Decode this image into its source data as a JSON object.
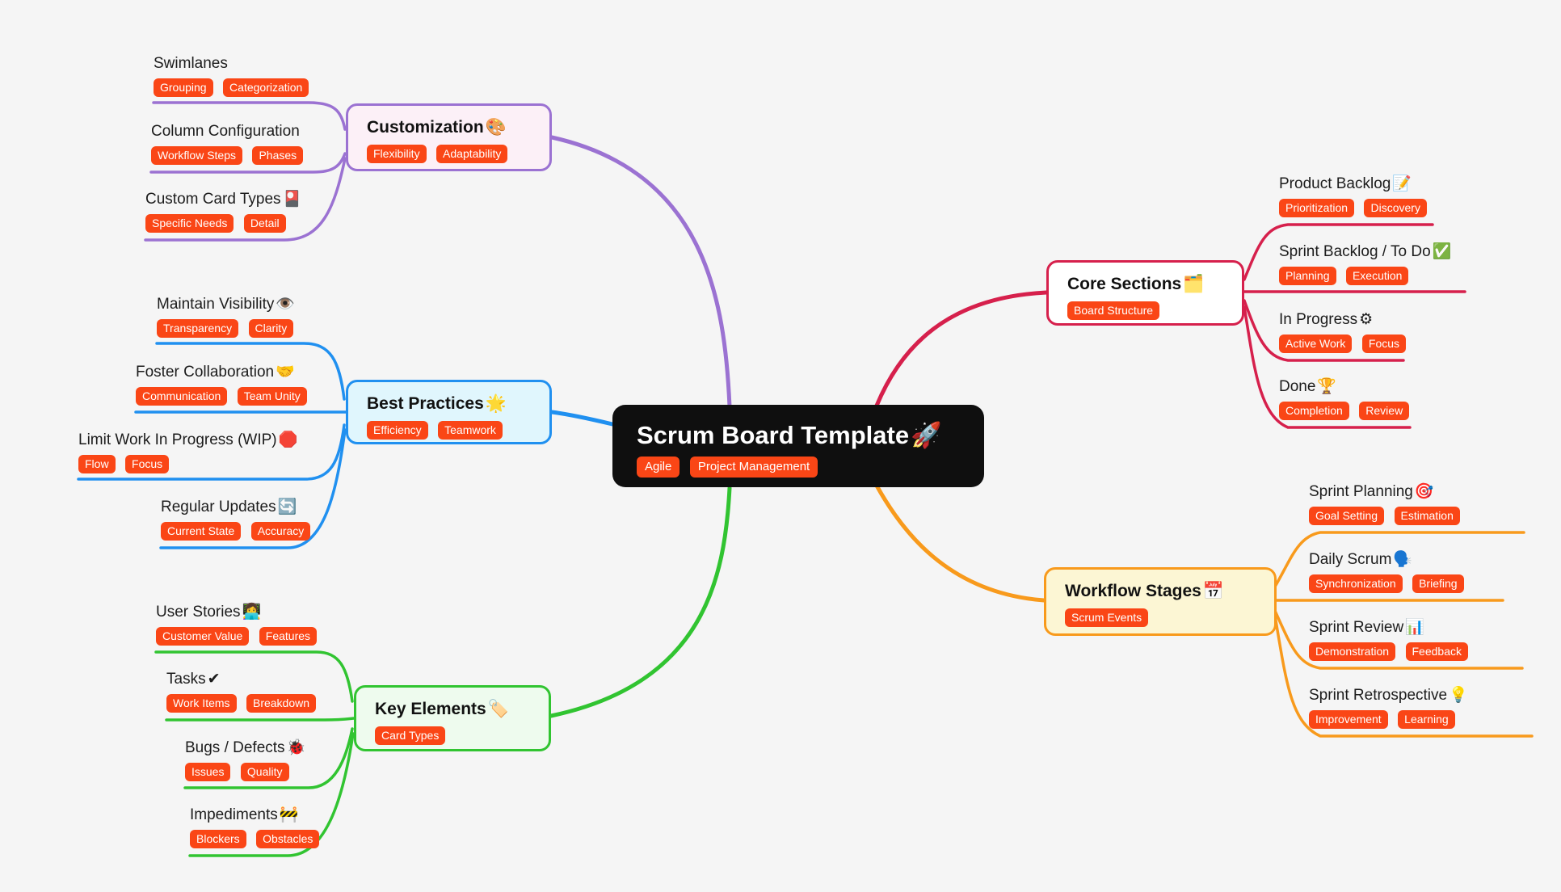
{
  "colors": {
    "tag": "#fa4616",
    "canvas_bg": "#f5f5f5",
    "root_bg": "#0f0f0f"
  },
  "root": {
    "label": "Scrum Board Template",
    "emoji": "🚀",
    "tags": [
      "Agile",
      "Project Management"
    ]
  },
  "branches": [
    {
      "label": "Customization",
      "emoji": "🎨",
      "tags": [
        "Flexibility",
        "Adaptability"
      ],
      "color": "#9b72d2",
      "bg": "#fcf0f7",
      "children": [
        {
          "label": "Swimlanes",
          "emoji": "",
          "tags": [
            "Grouping",
            "Categorization"
          ]
        },
        {
          "label": "Column Configuration",
          "emoji": "",
          "tags": [
            "Workflow Steps",
            "Phases"
          ]
        },
        {
          "label": "Custom Card Types",
          "emoji": "🎴",
          "tags": [
            "Specific Needs",
            "Detail"
          ]
        }
      ]
    },
    {
      "label": "Best Practices",
      "emoji": "🌟",
      "tags": [
        "Efficiency",
        "Teamwork"
      ],
      "color": "#2090f0",
      "bg": "#e0f6fd",
      "children": [
        {
          "label": "Maintain Visibility",
          "emoji": "👁️",
          "tags": [
            "Transparency",
            "Clarity"
          ]
        },
        {
          "label": "Foster Collaboration",
          "emoji": "🤝",
          "tags": [
            "Communication",
            "Team Unity"
          ]
        },
        {
          "label": "Limit Work In Progress (WIP)",
          "emoji": "🛑",
          "tags": [
            "Flow",
            "Focus"
          ]
        },
        {
          "label": "Regular Updates",
          "emoji": "🔄",
          "tags": [
            "Current State",
            "Accuracy"
          ]
        }
      ]
    },
    {
      "label": "Key Elements",
      "emoji": "🏷️",
      "tags": [
        "Card Types"
      ],
      "color": "#31c431",
      "bg": "#eefbee",
      "children": [
        {
          "label": "User Stories",
          "emoji": "👩‍💻",
          "tags": [
            "Customer Value",
            "Features"
          ]
        },
        {
          "label": "Tasks",
          "emoji": "✔",
          "tags": [
            "Work Items",
            "Breakdown"
          ]
        },
        {
          "label": "Bugs / Defects",
          "emoji": "🐞",
          "tags": [
            "Issues",
            "Quality"
          ]
        },
        {
          "label": "Impediments",
          "emoji": "🚧",
          "tags": [
            "Blockers",
            "Obstacles"
          ]
        }
      ]
    },
    {
      "label": "Core Sections",
      "emoji": "🗂️",
      "tags": [
        "Board Structure"
      ],
      "color": "#d6204c",
      "bg": "#ffffff",
      "children": [
        {
          "label": "Product Backlog",
          "emoji": "📝",
          "tags": [
            "Prioritization",
            "Discovery"
          ]
        },
        {
          "label": "Sprint Backlog / To Do",
          "emoji": "✅",
          "tags": [
            "Planning",
            "Execution"
          ]
        },
        {
          "label": "In Progress",
          "emoji": "⚙",
          "tags": [
            "Active Work",
            "Focus"
          ]
        },
        {
          "label": "Done",
          "emoji": "🏆",
          "tags": [
            "Completion",
            "Review"
          ]
        }
      ]
    },
    {
      "label": "Workflow Stages",
      "emoji": "📅",
      "tags": [
        "Scrum Events"
      ],
      "color": "#f89a1c",
      "bg": "#fcf6d4",
      "children": [
        {
          "label": "Sprint Planning",
          "emoji": "🎯",
          "tags": [
            "Goal Setting",
            "Estimation"
          ]
        },
        {
          "label": "Daily Scrum",
          "emoji": "🗣️",
          "tags": [
            "Synchronization",
            "Briefing"
          ]
        },
        {
          "label": "Sprint Review",
          "emoji": "📊",
          "tags": [
            "Demonstration",
            "Feedback"
          ]
        },
        {
          "label": "Sprint Retrospective",
          "emoji": "💡",
          "tags": [
            "Improvement",
            "Learning"
          ]
        }
      ]
    }
  ]
}
